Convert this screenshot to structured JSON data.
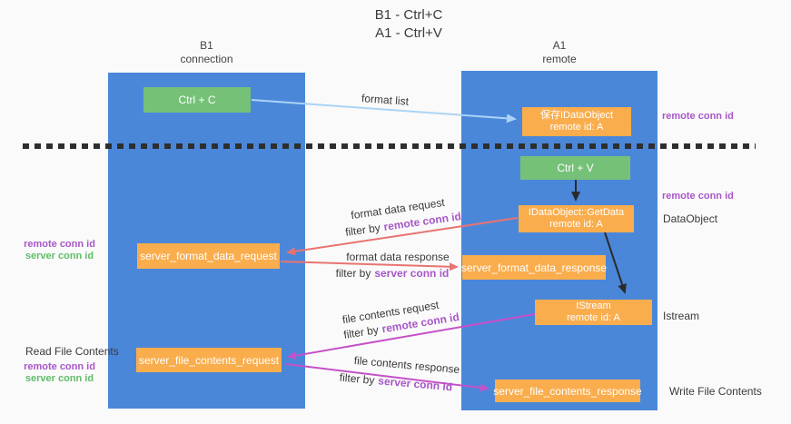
{
  "title": {
    "line1": "B1 - Ctrl+C",
    "line2": "A1 - Ctrl+V"
  },
  "columns": {
    "left": {
      "name": "B1",
      "subtitle": "connection"
    },
    "right": {
      "name": "A1",
      "subtitle": "remote"
    }
  },
  "boxes": {
    "ctrl_c": "Ctrl + C",
    "save_dataobject_line1": "保存IDataObject",
    "save_dataobject_line2": "remote id: A",
    "ctrl_v": "Ctrl + V",
    "getdata_line1": "IDataObject::GetData",
    "getdata_line2": "remote id: A",
    "format_request": "server_format_data_request",
    "format_response": "server_format_data_response",
    "istream_line1": "IStream",
    "istream_line2": "remote id: A",
    "file_request": "server_file_contents_request",
    "file_response": "server_file_contents_response"
  },
  "arrow_labels": {
    "format_list": "format list",
    "format_data_request": "format data request",
    "format_data_response": "format data response",
    "file_contents_request": "file contents request",
    "file_contents_response": "file contents response",
    "filter_by": "filter by",
    "remote_conn_id": "remote conn id",
    "server_conn_id": "server conn id"
  },
  "side_labels": {
    "remote_conn_id_top": "remote conn id",
    "remote_conn_id_mid": "remote conn id",
    "dataobject": "DataObject",
    "istream": "Istream",
    "read_file_contents": "Read File Contents",
    "write_file_contents": "Write File Contents",
    "left_remote_conn_id": "remote conn id",
    "left_server_conn_id": "server conn id",
    "read_remote_conn_id": "remote conn id",
    "read_server_conn_id": "server conn id"
  },
  "colors": {
    "column_blue": "#4b87d9",
    "box_green": "#76c178",
    "box_orange": "#f9ad4d",
    "arrow_blue": "#aad4f5",
    "arrow_red": "#e77471",
    "arrow_magenta": "#c551c9",
    "arrow_black": "#2b2b2b",
    "text_purple": "#a757c8",
    "text_green": "#5fbd66",
    "dashed_line": "#2e2e2e"
  }
}
